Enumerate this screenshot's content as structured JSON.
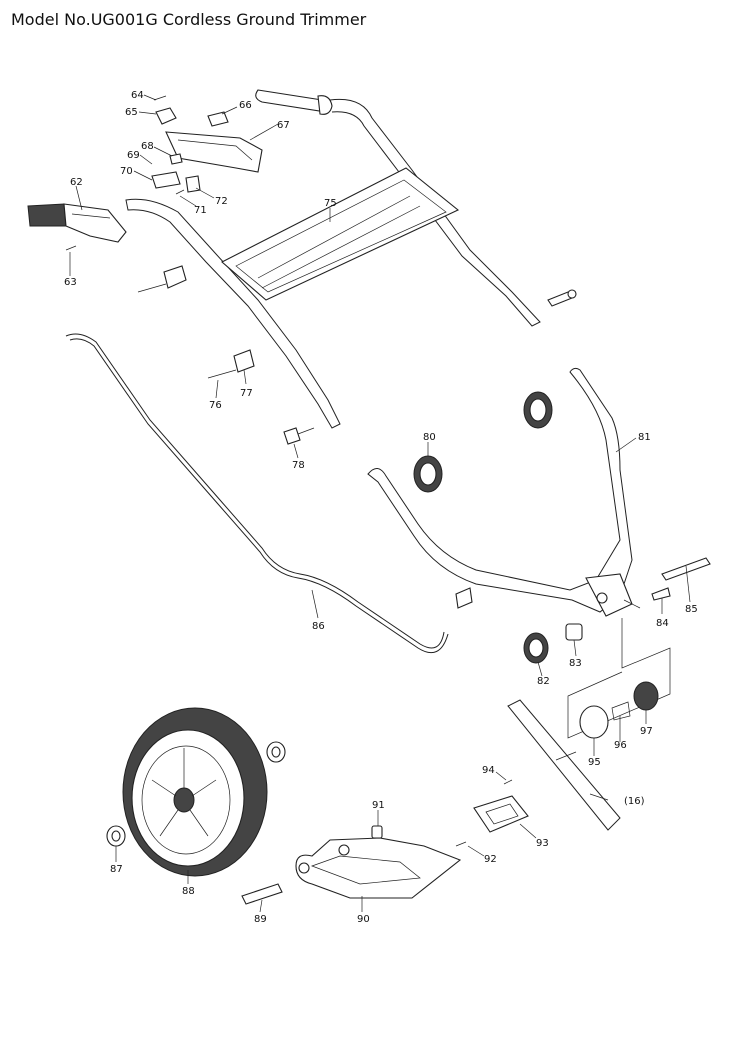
{
  "title": "Model No.UG001G Cordless Ground Trimmer",
  "callouts": [
    {
      "id": "64",
      "label": "64"
    },
    {
      "id": "65",
      "label": "65"
    },
    {
      "id": "66",
      "label": "66"
    },
    {
      "id": "67",
      "label": "67"
    },
    {
      "id": "68",
      "label": "68"
    },
    {
      "id": "69",
      "label": "69"
    },
    {
      "id": "70",
      "label": "70"
    },
    {
      "id": "71",
      "label": "71"
    },
    {
      "id": "72",
      "label": "72"
    },
    {
      "id": "62",
      "label": "62"
    },
    {
      "id": "63",
      "label": "63"
    },
    {
      "id": "75",
      "label": "75"
    },
    {
      "id": "76",
      "label": "76"
    },
    {
      "id": "77",
      "label": "77"
    },
    {
      "id": "78",
      "label": "78"
    },
    {
      "id": "80",
      "label": "80"
    },
    {
      "id": "81",
      "label": "81"
    },
    {
      "id": "85",
      "label": "85"
    },
    {
      "id": "84",
      "label": "84"
    },
    {
      "id": "83",
      "label": "83"
    },
    {
      "id": "82",
      "label": "82"
    },
    {
      "id": "86",
      "label": "86"
    },
    {
      "id": "97",
      "label": "97"
    },
    {
      "id": "96",
      "label": "96"
    },
    {
      "id": "95",
      "label": "95"
    },
    {
      "id": "94",
      "label": "94"
    },
    {
      "id": "16",
      "label": "(16)"
    },
    {
      "id": "91",
      "label": "91"
    },
    {
      "id": "93",
      "label": "93"
    },
    {
      "id": "92",
      "label": "92"
    },
    {
      "id": "87",
      "label": "87"
    },
    {
      "id": "88",
      "label": "88"
    },
    {
      "id": "89",
      "label": "89"
    },
    {
      "id": "90",
      "label": "90"
    }
  ]
}
